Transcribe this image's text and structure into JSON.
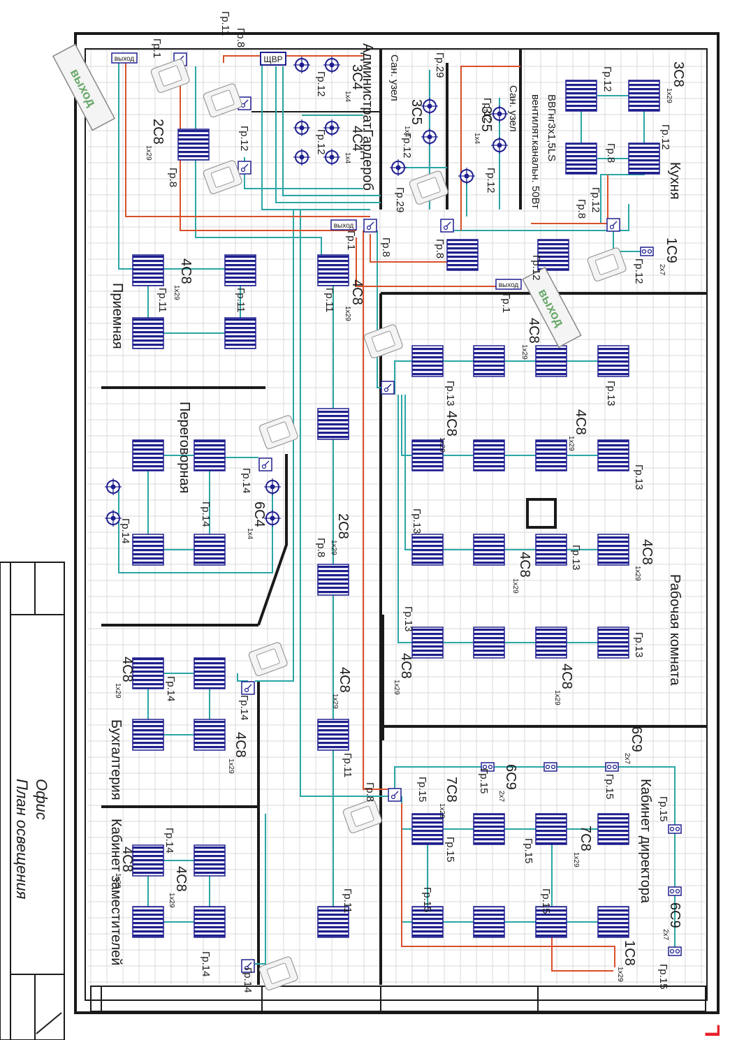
{
  "title_block": {
    "line1": "Офис",
    "line2": "План освещения"
  },
  "brand": "L",
  "panel_label": "ЩВР",
  "exit_small_label": "выход",
  "exit_large_label": "выход",
  "cable_label": "ВВГнг3х1,5LS",
  "vent_label": "вентилят.канальн. 50Вт",
  "rooms": [
    {
      "key": "admin",
      "label": "Администрат."
    },
    {
      "key": "wardrobe",
      "label": "Гардероб"
    },
    {
      "key": "wc1",
      "label": "Сан. узел"
    },
    {
      "key": "wc2",
      "label": "Сан. узел"
    },
    {
      "key": "kitchen",
      "label": "Кухня"
    },
    {
      "key": "reception",
      "label": "Приемная"
    },
    {
      "key": "meeting",
      "label": "Переговорная"
    },
    {
      "key": "workroom",
      "label": "Рабочая комната"
    },
    {
      "key": "accounting",
      "label": "Бухгалтерия"
    },
    {
      "key": "deputies",
      "label": "Кабинет заместителей"
    },
    {
      "key": "director",
      "label": "Кабинет директора"
    }
  ],
  "group_labels": [
    "Гр.1",
    "Гр.8",
    "Гр.11",
    "Гр.12",
    "Гр.13",
    "Гр.14",
    "Гр.15",
    "Гр.29"
  ],
  "fixture_labels": [
    {
      "main": "3С4",
      "sup": "1х4"
    },
    {
      "main": "4С4",
      "sup": "1х4"
    },
    {
      "main": "3С5",
      "sup": "1х4"
    },
    {
      "main": "3С5",
      "sup": "1х4"
    },
    {
      "main": "3С8",
      "sup": "1х29"
    },
    {
      "main": "2С8",
      "sup": "1х29"
    },
    {
      "main": "1С9",
      "sup": "2х7"
    },
    {
      "main": "4С8",
      "sup": "1х29"
    },
    {
      "main": "4С8",
      "sup": "1х29"
    },
    {
      "main": "6С4",
      "sup": "1х4"
    },
    {
      "main": "4С8",
      "sup": "1х29"
    },
    {
      "main": "4С8",
      "sup": "1х29"
    },
    {
      "main": "4С8",
      "sup": "1х29"
    },
    {
      "main": "4С8",
      "sup": "1х29"
    },
    {
      "main": "4С8",
      "sup": "1х29"
    },
    {
      "main": "4С8",
      "sup": "1х29"
    },
    {
      "main": "4С8",
      "sup": "1х29"
    },
    {
      "main": "2С8",
      "sup": "1х29"
    },
    {
      "main": "4С8",
      "sup": "1х29"
    },
    {
      "main": "4С8",
      "sup": "1х29"
    },
    {
      "main": "4С8",
      "sup": "1х29"
    },
    {
      "main": "4С8",
      "sup": "1х29"
    },
    {
      "main": "4С8",
      "sup": "1х29"
    },
    {
      "main": "6С9",
      "sup": "2х7"
    },
    {
      "main": "6С9",
      "sup": "2х7"
    },
    {
      "main": "7С8",
      "sup": "1х29"
    },
    {
      "main": "7С8",
      "sup": "1х29"
    },
    {
      "main": "6С9",
      "sup": "2х7"
    },
    {
      "main": "1С8",
      "sup": "1х29"
    }
  ],
  "colors": {
    "wall": "#1a1a1a",
    "fixture_fill": "#1f1f8f",
    "wire_cyan": "#2aa6a6",
    "wire_red": "#d9502a",
    "exit_green": "#6aa86a",
    "grid": "#d9d9d9",
    "brand_red": "#e8202a"
  }
}
